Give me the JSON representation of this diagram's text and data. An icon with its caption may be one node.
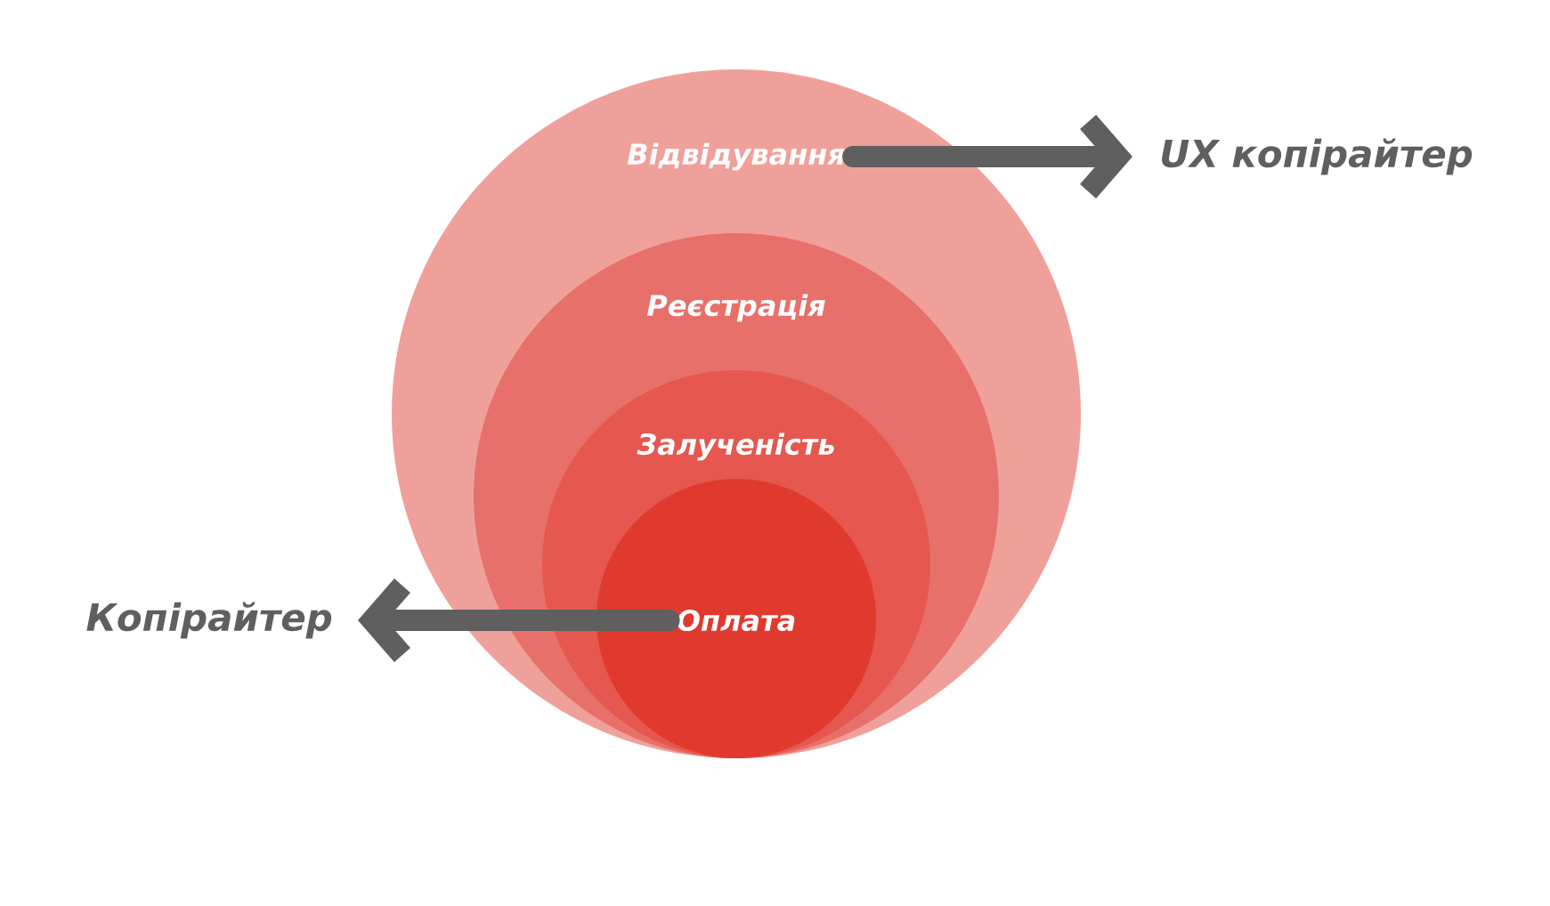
{
  "diagram": {
    "nodes": [
      {
        "text": [
          "Відвідування"
        ]
      },
      {
        "text": [
          "Реєстрація"
        ],
        "in": 0
      },
      {
        "text": [
          "Залученість"
        ],
        "in": 1
      },
      {
        "text": [
          "Оплата"
        ],
        "in": 2
      },
      {
        "text": [
          "UX копірайтер"
        ]
      },
      {
        "text": [
          "Копірайтер"
        ]
      }
    ],
    "edges": [
      {
        "from": 0,
        "to": 4,
        "arrow": "to"
      },
      {
        "from": 3,
        "to": 5,
        "arrow": "to"
      }
    ]
  }
}
